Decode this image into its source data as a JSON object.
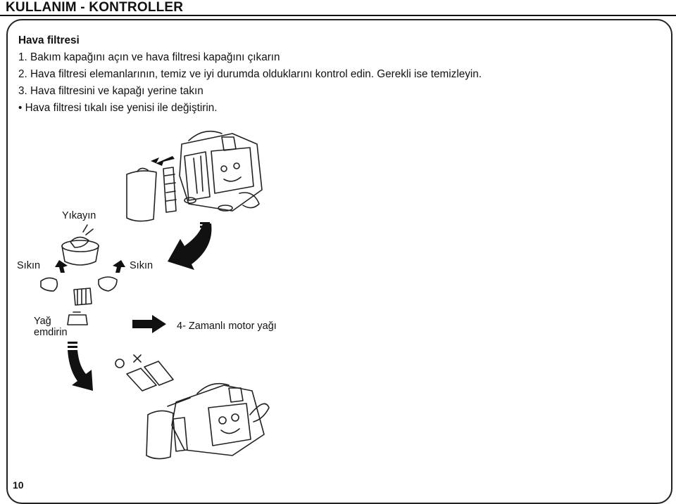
{
  "header": {
    "title": "KULLANIM - KONTROLLER"
  },
  "instructions": {
    "subtitle": "Hava filtresi",
    "step1": "1. Bakım kapağını açın ve hava filtresi kapağını çıkarın",
    "step2": "2. Hava filtresi elemanlarının, temiz ve iyi durumda olduklarını kontrol edin. Gerekli ise temizleyin.",
    "step3": "3. Hava filtresini ve kapağı yerine takın",
    "bullet": "• Hava filtresi tıkalı ise yenisi ile değiştirin."
  },
  "illustration": {
    "wash_label": "Yıkayın",
    "squeeze_left": "Sıkın",
    "squeeze_right": "Sıkın",
    "oil_label_line1": "Yağ",
    "oil_label_line2": "emdirin",
    "oil_type": "4- Zamanlı motor yağı"
  },
  "footer": {
    "page_number": "10"
  }
}
